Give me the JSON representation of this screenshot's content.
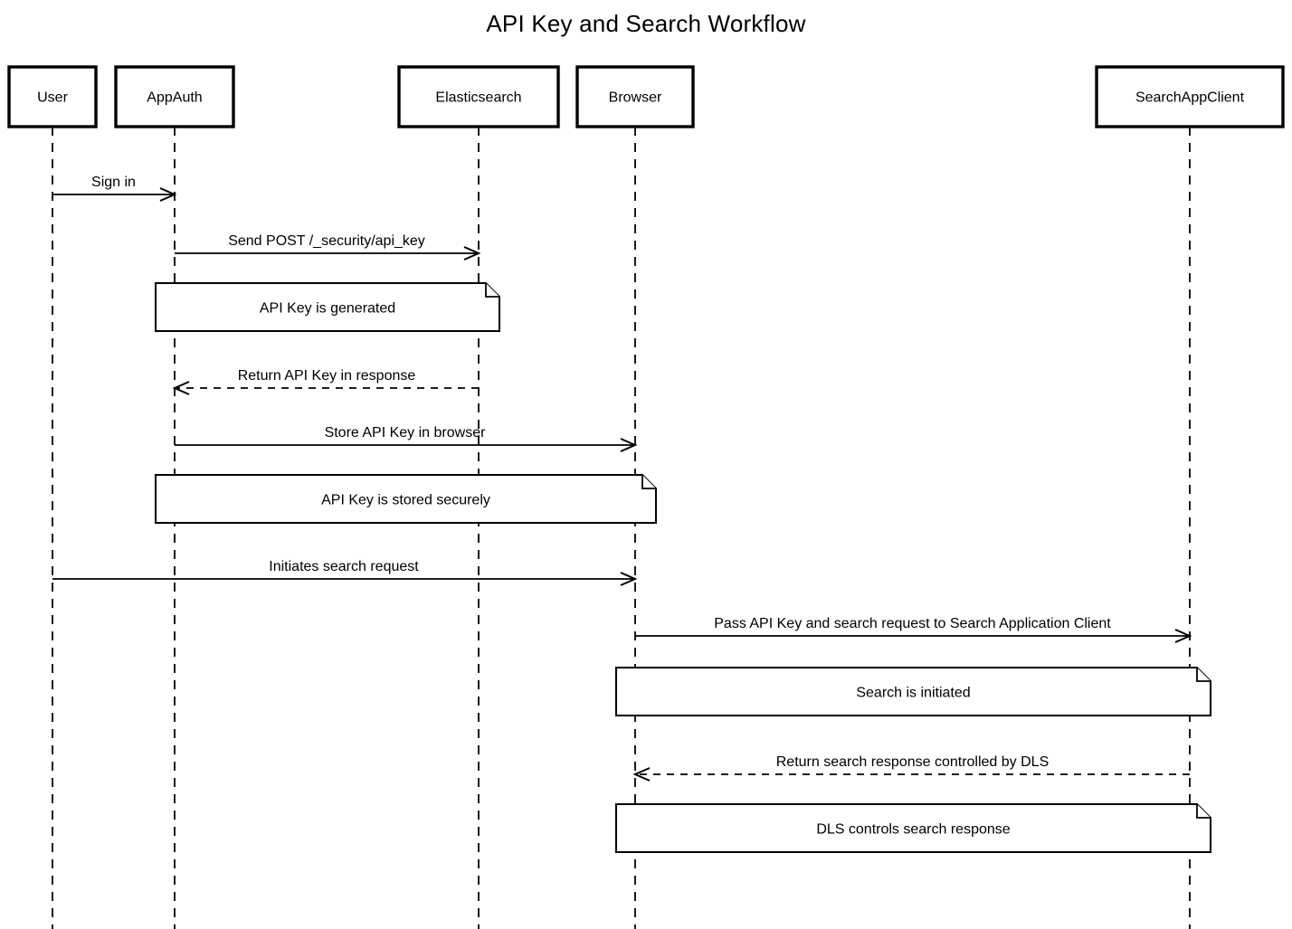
{
  "diagram": {
    "title": "API Key and Search Workflow",
    "participants": [
      {
        "id": "user",
        "label": "User"
      },
      {
        "id": "appauth",
        "label": "AppAuth"
      },
      {
        "id": "elasticsearch",
        "label": "Elasticsearch"
      },
      {
        "id": "browser",
        "label": "Browser"
      },
      {
        "id": "searchappclient",
        "label": "SearchAppClient"
      }
    ],
    "messages": [
      {
        "from": "user",
        "to": "appauth",
        "label": "Sign in",
        "line": "solid"
      },
      {
        "from": "appauth",
        "to": "elasticsearch",
        "label": "Send POST /_security/api_key",
        "line": "solid"
      },
      {
        "from": "elasticsearch",
        "to": "appauth",
        "label": "Return API Key in response",
        "line": "dashed"
      },
      {
        "from": "appauth",
        "to": "browser",
        "label": "Store API Key in browser",
        "line": "solid"
      },
      {
        "from": "user",
        "to": "browser",
        "label": "Initiates search request",
        "line": "solid"
      },
      {
        "from": "browser",
        "to": "searchappclient",
        "label": "Pass API Key and search request to Search Application Client",
        "line": "solid"
      },
      {
        "from": "searchappclient",
        "to": "browser",
        "label": "Return search response controlled by DLS",
        "line": "dashed"
      }
    ],
    "notes": [
      {
        "over": [
          "appauth",
          "elasticsearch"
        ],
        "label": "API Key is generated"
      },
      {
        "over": [
          "appauth",
          "browser"
        ],
        "label": "API Key is stored securely"
      },
      {
        "over": [
          "browser",
          "searchappclient"
        ],
        "label": "Search is initiated"
      },
      {
        "over": [
          "browser",
          "searchappclient"
        ],
        "label": "DLS controls search response"
      }
    ],
    "colors": {
      "stroke": "#000000",
      "fill": "#ffffff",
      "text": "#000000"
    }
  }
}
